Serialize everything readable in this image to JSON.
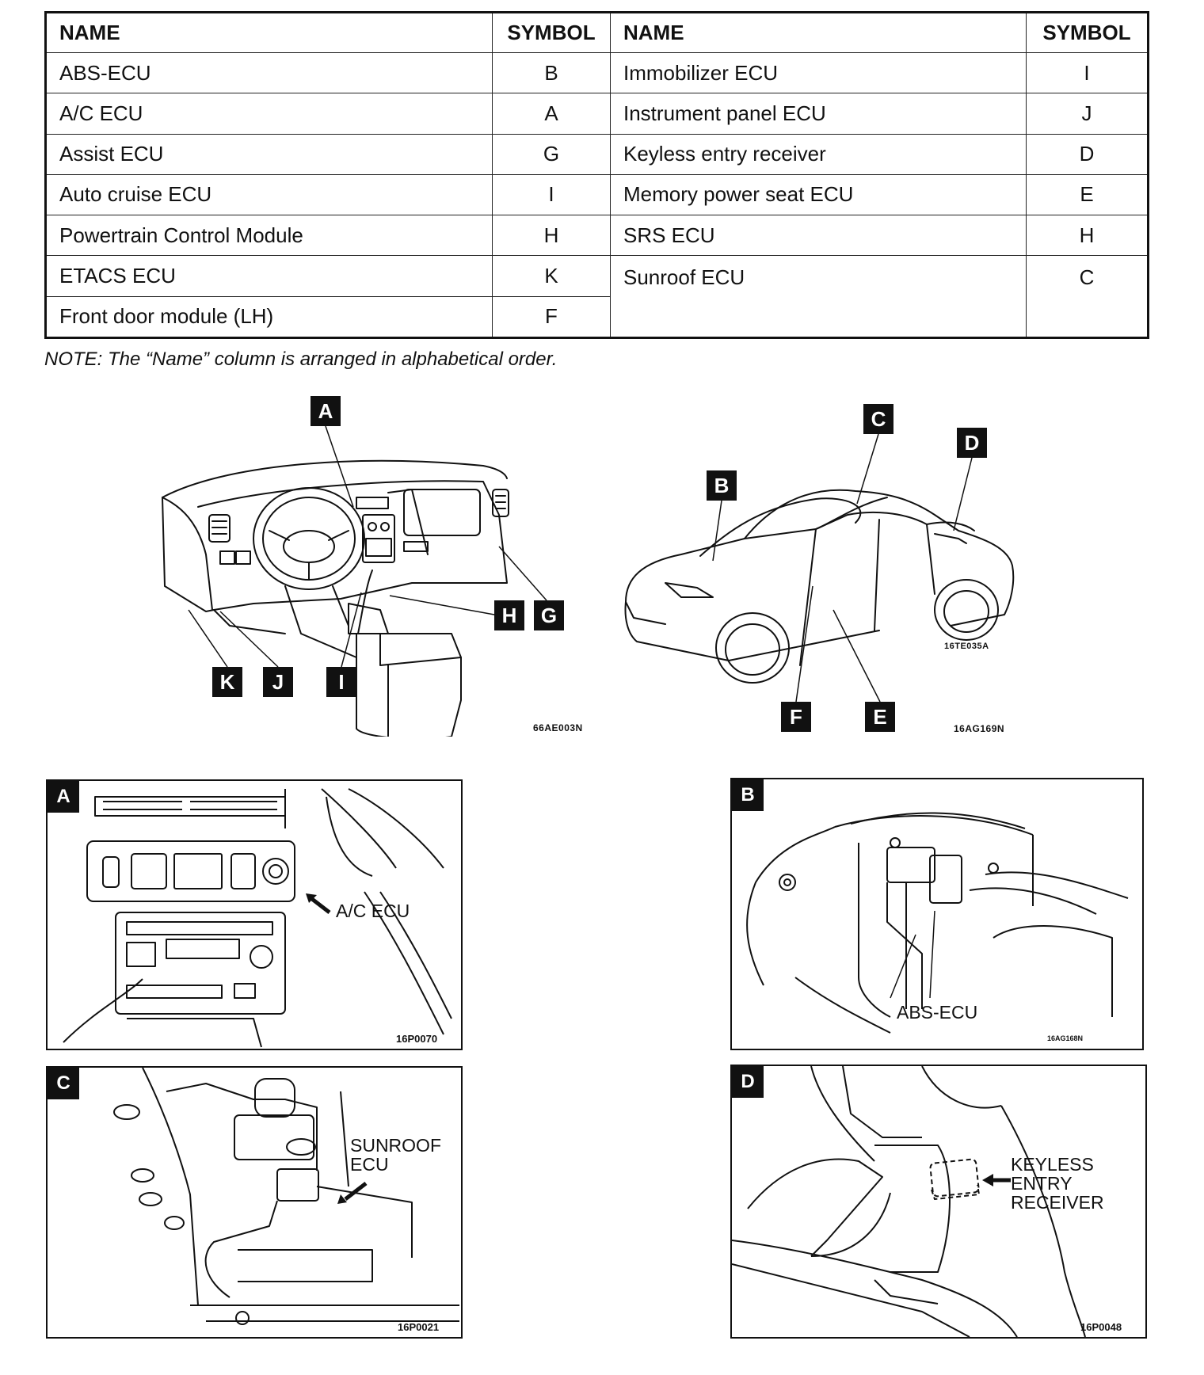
{
  "table": {
    "headers": {
      "name_left": "NAME",
      "symbol_left": "SYMBOL",
      "name_right": "NAME",
      "symbol_right": "SYMBOL"
    },
    "left_rows": [
      {
        "name": "ABS-ECU",
        "symbol": "B"
      },
      {
        "name": "A/C ECU",
        "symbol": "A"
      },
      {
        "name": "Assist ECU",
        "symbol": "G"
      },
      {
        "name": "Auto cruise ECU",
        "symbol": "I"
      },
      {
        "name": "Powertrain Control Module",
        "symbol": "H"
      },
      {
        "name": "ETACS ECU",
        "symbol": "K"
      },
      {
        "name": "Front door module (LH)",
        "symbol": "F"
      }
    ],
    "right_rows": [
      {
        "name": "Immobilizer ECU",
        "symbol": "I"
      },
      {
        "name": "Instrument panel ECU",
        "symbol": "J"
      },
      {
        "name": "Keyless entry receiver",
        "symbol": "D"
      },
      {
        "name": "Memory power seat ECU",
        "symbol": "E"
      },
      {
        "name": "SRS ECU",
        "symbol": "H"
      },
      {
        "name": "Sunroof ECU",
        "symbol": "C"
      }
    ]
  },
  "note": "NOTE: The “Name” column is arranged in alphabetical order.",
  "dashboard_figure": {
    "code": "66AE003N",
    "callouts": {
      "a": "A",
      "g": "G",
      "h": "H",
      "i": "I",
      "j": "J",
      "k": "K"
    }
  },
  "car_figure": {
    "code_inner": "16TE035A",
    "code": "16AG169N",
    "callouts": {
      "b": "B",
      "c": "C",
      "d": "D",
      "e": "E",
      "f": "F"
    }
  },
  "panels": {
    "a": {
      "tag": "A",
      "label": "A/C ECU",
      "code": "16P0070"
    },
    "b": {
      "tag": "B",
      "label": "ABS-ECU",
      "code": "16AG168N"
    },
    "c": {
      "tag": "C",
      "label_line1": "SUNROOF",
      "label_line2": "ECU",
      "code": "16P0021"
    },
    "d": {
      "tag": "D",
      "label_line1": "KEYLESS",
      "label_line2": "ENTRY",
      "label_line3": "RECEIVER",
      "code": "16P0048"
    }
  }
}
